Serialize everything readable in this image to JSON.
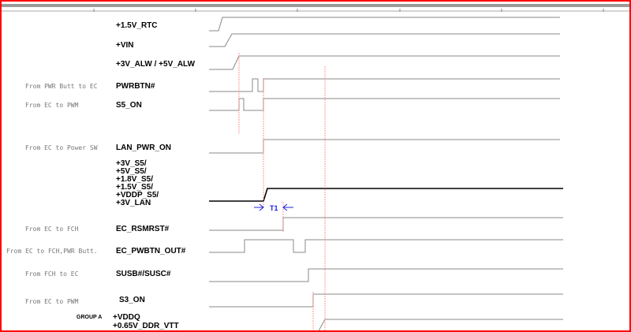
{
  "signals": [
    {
      "name": "+1.5V_RTC",
      "source": ""
    },
    {
      "name": "+VIN",
      "source": ""
    },
    {
      "name": "+3V_ALW / +5V_ALW",
      "source": ""
    },
    {
      "name": "PWRBTN#",
      "source": "From PWR Butt to EC"
    },
    {
      "name": "S5_ON",
      "source": "From EC to PWM"
    },
    {
      "name": "LAN_PWR_ON",
      "source": "From EC to Power SW"
    },
    {
      "name": "EC_RSMRST#",
      "source": "From EC to FCH"
    },
    {
      "name": "EC_PWBTN_OUT#",
      "source": "From EC to FCH,PWR Butt."
    },
    {
      "name": "SUSB#/SUSC#",
      "source": "From FCH to EC"
    },
    {
      "name": "S3_ON",
      "source": "From EC to PWM"
    }
  ],
  "s5_rails": [
    "+3V_S5/",
    "+5V_S5/",
    "+1.8V_S5/",
    "+1.5V_S5/",
    "+VDDP_S5/",
    "+3V_LAN"
  ],
  "group_a": {
    "label": "GROUP A",
    "rails": [
      "+VDDQ",
      "+0.65V_DDR_VTT"
    ]
  },
  "timing": {
    "t1": "T1"
  },
  "colors": {
    "border": "#ff0000",
    "wave": "#888888",
    "marker": "#ff8080",
    "annotation": "#2020e0"
  }
}
